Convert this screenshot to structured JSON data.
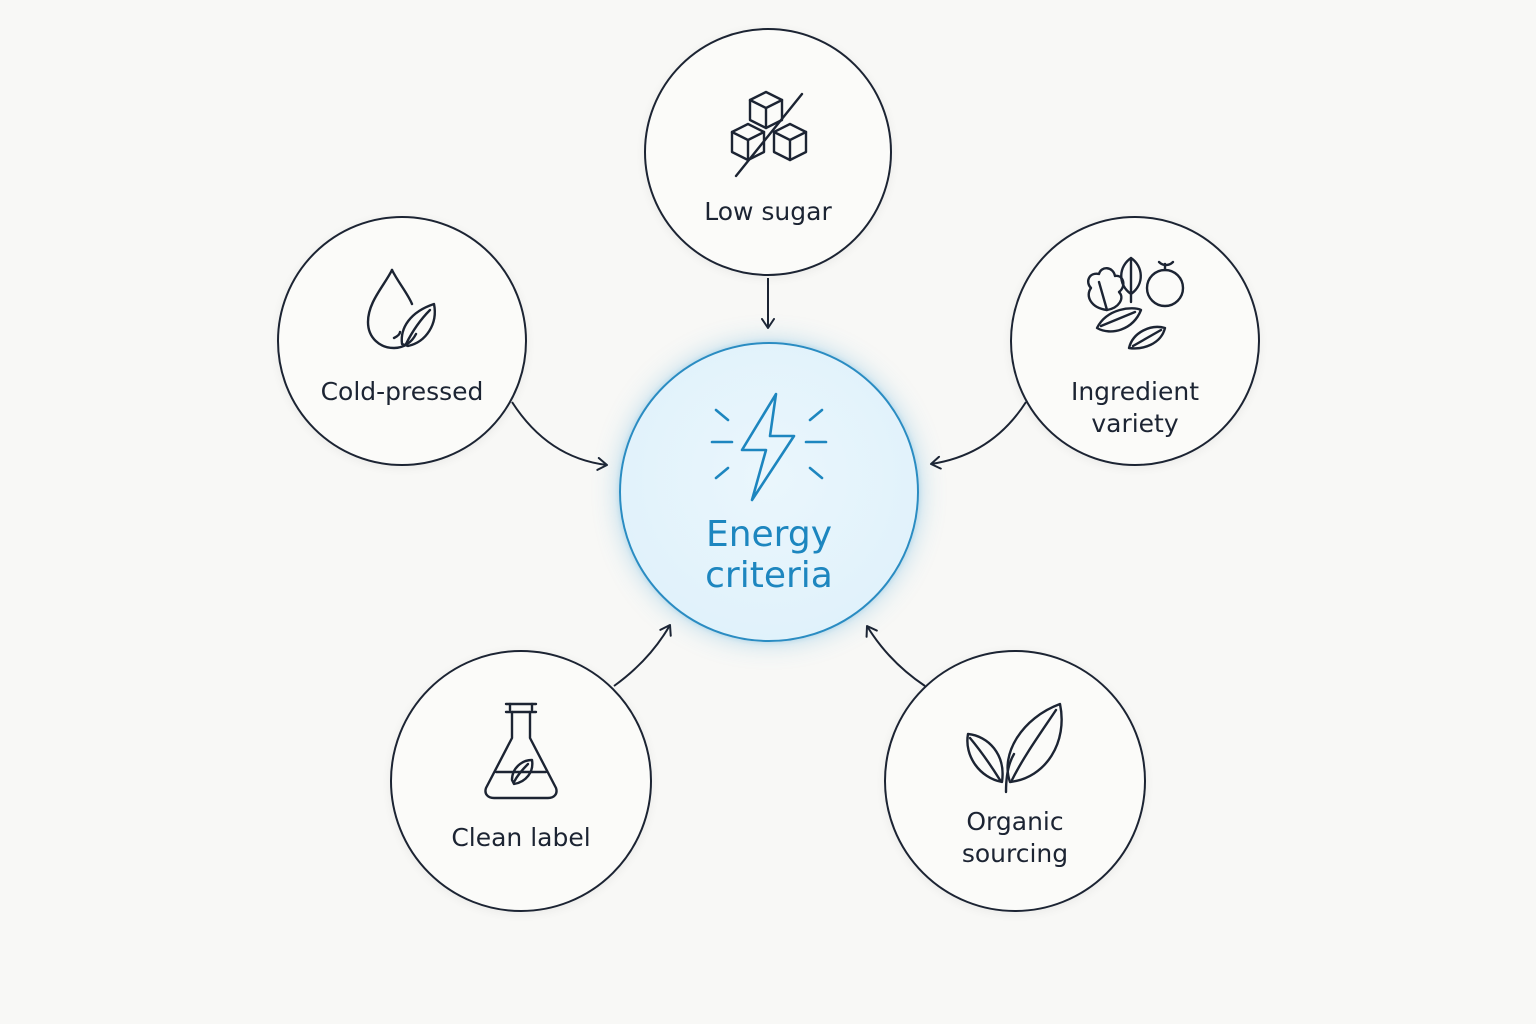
{
  "center": {
    "label": "Energy\ncriteria",
    "icon": "lightning-bolt-icon",
    "color": "#1d86bf"
  },
  "nodes": {
    "low_sugar": {
      "label": "Low sugar",
      "icon": "sugar-cubes-crossed-icon"
    },
    "cold_pressed": {
      "label": "Cold-pressed",
      "icon": "droplet-leaf-icon"
    },
    "ingredient_variety": {
      "label": "Ingredient\nvariety",
      "icon": "leaves-fruit-icon"
    },
    "clean_label": {
      "label": "Clean label",
      "icon": "flask-leaf-icon"
    },
    "organic_sourcing": {
      "label": "Organic\nsourcing",
      "icon": "sprout-leaves-icon"
    }
  },
  "colors": {
    "ink": "#1c2433",
    "accent": "#1d86bf",
    "background": "#f8f8f6"
  }
}
